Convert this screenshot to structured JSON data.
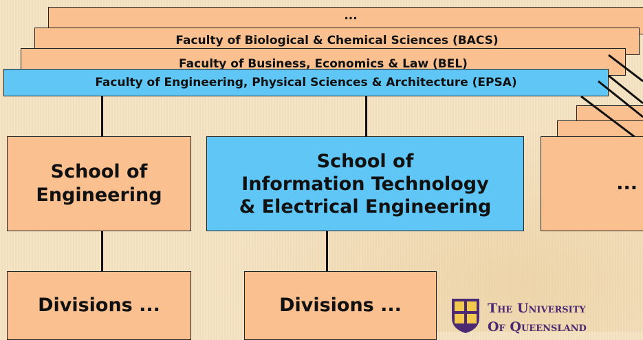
{
  "faculties": {
    "back_label": "...",
    "bacs_label": "Faculty of Biological & Chemical Sciences (BACS)",
    "bel_label": "Faculty of Business, Economics & Law (BEL)",
    "epsa_label": "Faculty of Engineering, Physical Sciences & Architecture (EPSA)"
  },
  "schools": {
    "engineering": "School of\nEngineering",
    "itee": "School of\nInformation Technology\n& Electrical Engineering",
    "other": "..."
  },
  "divisions": {
    "engineering": "Divisions ...",
    "itee": "Divisions ..."
  },
  "logo": {
    "line1": "The University",
    "line2": "Of Queensland"
  },
  "colors": {
    "orange_box": "#fac090",
    "blue_box": "#5fc6f5",
    "background": "#f5e3c2",
    "logo_purple": "#4b2a73"
  }
}
